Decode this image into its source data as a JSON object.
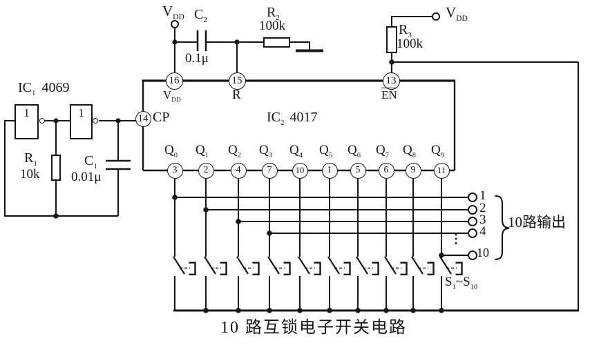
{
  "caption": "10 路互锁电子开关电路",
  "power": {
    "vdd_left": {
      "base": "V",
      "sub": "DD"
    },
    "vdd_right": {
      "base": "V",
      "sub": "DD"
    }
  },
  "oscillator": {
    "ic_label": {
      "base": "IC",
      "sub": "1",
      "part": "4069"
    },
    "gate1_symbol": "1",
    "gate2_symbol": "1",
    "r1": {
      "base": "R",
      "sub": "1",
      "value": "10k"
    },
    "c1": {
      "base": "C",
      "sub": "1",
      "value": "0.01μ"
    }
  },
  "rc_network": {
    "c2": {
      "base": "C",
      "sub": "2",
      "value": "0.1μ"
    },
    "r2": {
      "base": "R",
      "sub": "2",
      "value": "100k"
    },
    "r3": {
      "base": "R",
      "sub": "3",
      "value": "100k"
    }
  },
  "counter": {
    "ic_label": {
      "base": "IC",
      "sub": "2",
      "part": "4017"
    },
    "pin16": {
      "number": "16",
      "label_base": "V",
      "label_sub": "DD"
    },
    "pin15": {
      "number": "15",
      "label": "R"
    },
    "pin13": {
      "number": "13",
      "label": "EN"
    },
    "pin14": {
      "number": "14",
      "label": "CP"
    },
    "q_pins": [
      {
        "label": "Q",
        "sub": "0",
        "pin": "3"
      },
      {
        "label": "Q",
        "sub": "1",
        "pin": "2"
      },
      {
        "label": "Q",
        "sub": "2",
        "pin": "4"
      },
      {
        "label": "Q",
        "sub": "3",
        "pin": "7"
      },
      {
        "label": "Q",
        "sub": "4",
        "pin": "10"
      },
      {
        "label": "Q",
        "sub": "5",
        "pin": "1"
      },
      {
        "label": "Q",
        "sub": "6",
        "pin": "5"
      },
      {
        "label": "Q",
        "sub": "7",
        "pin": "6"
      },
      {
        "label": "Q",
        "sub": "8",
        "pin": "9"
      },
      {
        "label": "Q",
        "sub": "9",
        "pin": "11"
      }
    ]
  },
  "outputs": {
    "terminal_labels": [
      "1",
      "2",
      "3",
      "4",
      "10"
    ],
    "ellipsis": "⋮",
    "group_label": "10路输出"
  },
  "switch_bank": {
    "label": {
      "base1": "S",
      "sub1": "1",
      "tilde": "~",
      "base2": "S",
      "sub2": "10"
    }
  },
  "colors": {
    "ink": "#161616",
    "background": "#ffffff"
  }
}
